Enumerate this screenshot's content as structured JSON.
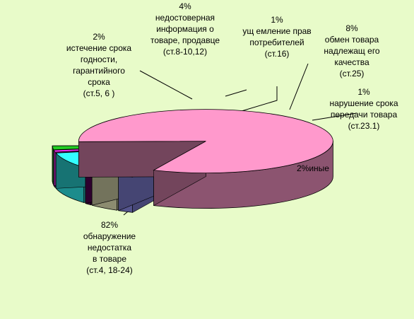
{
  "chart_data": {
    "type": "pie",
    "style": "3d-exploded",
    "title": "",
    "slices": [
      {
        "key": "defect",
        "value": 82,
        "color": "#ff99cc",
        "lines": [
          "82%",
          "обнаружение",
          "недостатка",
          "в товаре",
          "(ст.4, 18-24)"
        ]
      },
      {
        "key": "expiry",
        "value": 2,
        "color": "#9999ff",
        "lines": [
          "2%",
          "истечение срока",
          "годности,",
          "гарантийного",
          "срока",
          "(ст.5,  6 )"
        ]
      },
      {
        "key": "misinfo",
        "value": 4,
        "color": "#ffffcc",
        "lines": [
          "4%",
          "недостоверная",
          "информация о",
          "товаре, продавце",
          "(ст.8-10,12)"
        ]
      },
      {
        "key": "rights",
        "value": 1,
        "color": "#660066",
        "lines": [
          "1%",
          "ущ емление прав",
          "потребителей",
          "(ст.16)"
        ]
      },
      {
        "key": "exchange",
        "value": 8,
        "color": "#33ffff",
        "lines": [
          "8%",
          "обмен товара",
          "надлежащ его",
          "качества",
          "(ст.25)"
        ]
      },
      {
        "key": "delivery",
        "value": 1,
        "color": "#ff33ff",
        "lines": [
          "1%",
          "нарушение срока",
          "передачи товара",
          "(ст.23.1)"
        ]
      },
      {
        "key": "other",
        "value": 2,
        "color": "#22cc22",
        "lines": [
          "2%иные"
        ]
      }
    ]
  }
}
